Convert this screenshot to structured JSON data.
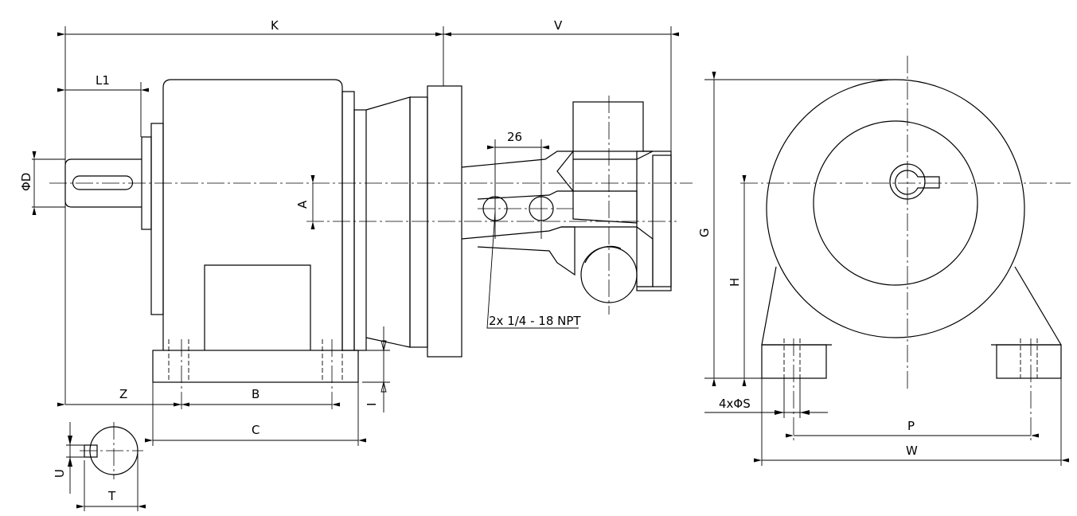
{
  "drawing": {
    "labels": {
      "K": "K",
      "V": "V",
      "L1": "L1",
      "D": "ΦD",
      "A": "A",
      "pitch": "26",
      "port": "2x 1/4 - 18 NPT",
      "Z": "Z",
      "B": "B",
      "C": "C",
      "I": "I",
      "U": "U",
      "T": "T",
      "G": "G",
      "H": "H",
      "S": "4xΦS",
      "P": "P",
      "W": "W"
    }
  }
}
